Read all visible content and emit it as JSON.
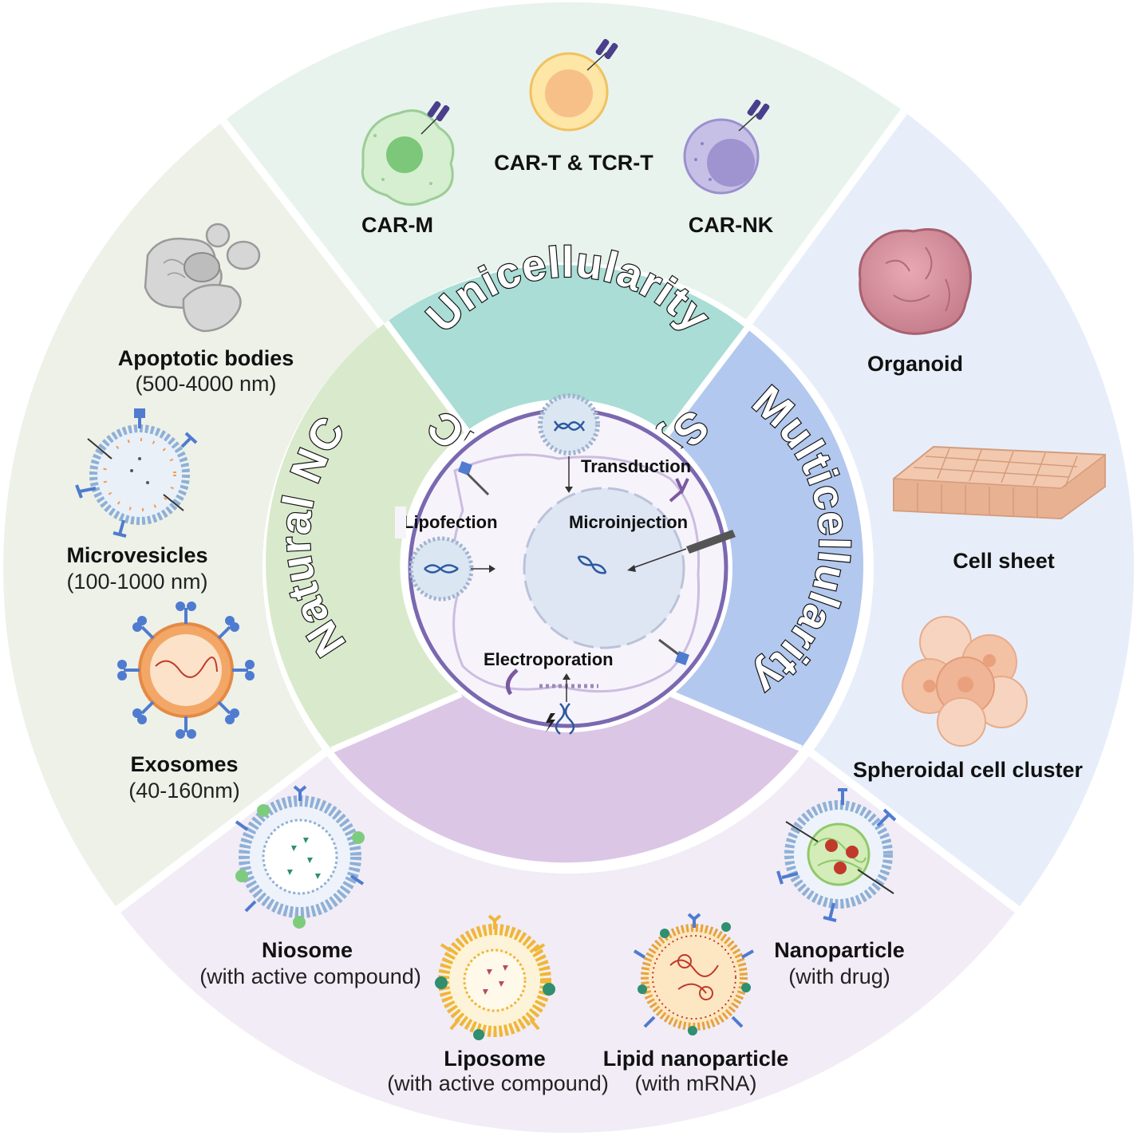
{
  "colors": {
    "top_sector": "#e8f3ee",
    "left_sector": "#edf1e8",
    "right_sector": "#e7eefa",
    "bottom_sector": "#f1ecf6",
    "unicellularity_band": "#a9ddd6",
    "natural_band": "#d9eacc",
    "multicellularity_band": "#b3c8ee",
    "synthetic_band": "#dcc6e6",
    "center_membrane": "#7a68b0"
  },
  "rings": {
    "unicellularity": "Unicellularity",
    "multicellularity": "Multicellularity",
    "natural": "Natural NC",
    "synthetic": "Synthetic NC"
  },
  "center": {
    "transduction": "Transduction",
    "lipofection": "Lipofection",
    "microinjection": "Microinjection",
    "electroporation": "Electroporation"
  },
  "top": {
    "car_m": "CAR-M",
    "car_t_tcr_t": "CAR-T & TCR-T",
    "car_nk": "CAR-NK"
  },
  "right": {
    "organoid": "Organoid",
    "cell_sheet": "Cell sheet",
    "spheroid": "Spheroidal cell cluster"
  },
  "left": {
    "apoptotic_bodies": "Apoptotic bodies",
    "apoptotic_size": "(500-4000 nm)",
    "microvesicles": "Microvesicles",
    "microvesicles_size": "(100-1000 nm)",
    "exosomes": "Exosomes",
    "exosomes_size": "(40-160nm)"
  },
  "bottom": {
    "niosome": "Niosome",
    "niosome_sub": "(with active compound)",
    "liposome": "Liposome",
    "liposome_sub": "(with active compound)",
    "lnp": "Lipid nanoparticle",
    "lnp_sub": "(with mRNA)",
    "nanoparticle": "Nanoparticle",
    "nanoparticle_sub": "(with drug)"
  }
}
